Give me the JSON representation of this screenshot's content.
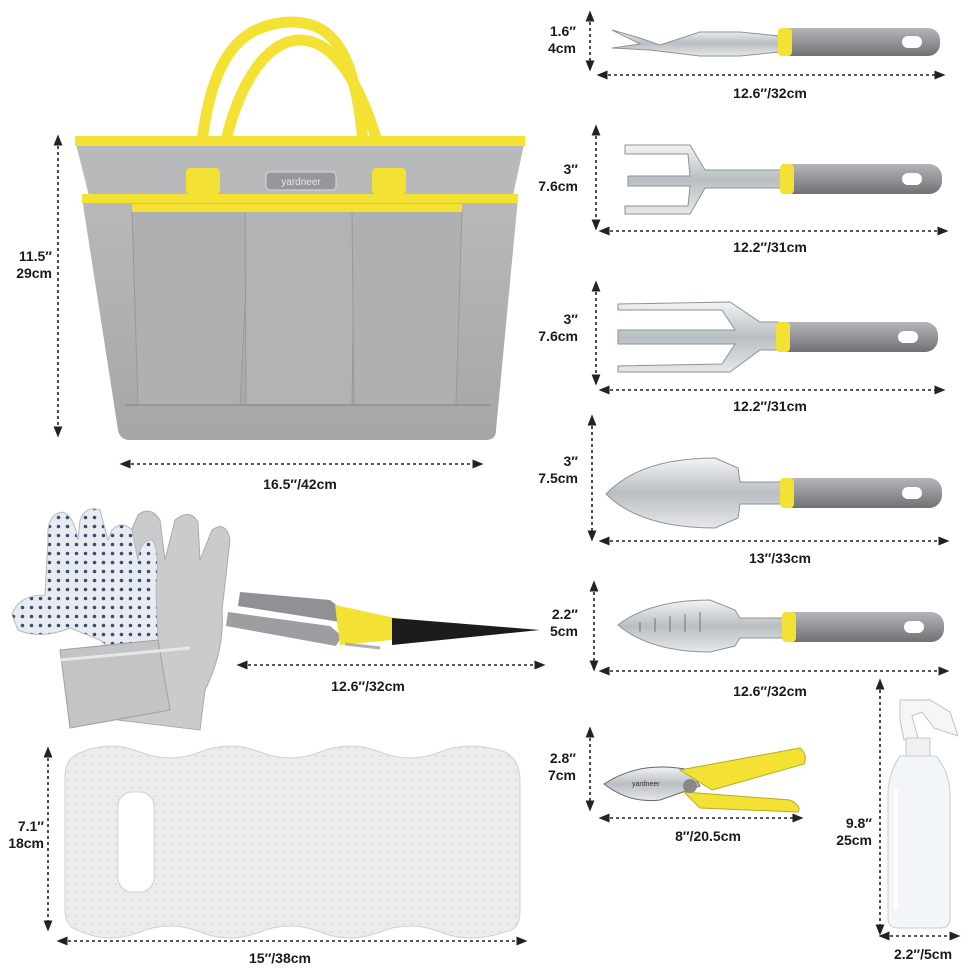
{
  "bag": {
    "brand": "yardneer",
    "height_in": "11.5″",
    "height_cm": "29cm",
    "width": "16.5″/42cm"
  },
  "tools": [
    {
      "name": "hand-weeder",
      "height_in": "1.6″",
      "height_cm": "4cm",
      "length": "12.6″/32cm"
    },
    {
      "name": "cultivator",
      "height_in": "3″",
      "height_cm": "7.6cm",
      "length": "12.2″/31cm"
    },
    {
      "name": "hand-fork",
      "height_in": "3″",
      "height_cm": "7.6cm",
      "length": "12.2″/31cm"
    },
    {
      "name": "trowel",
      "height_in": "3″",
      "height_cm": "7.5cm",
      "length": "13″/33cm"
    },
    {
      "name": "transplanter",
      "height_in": "2.2″",
      "height_cm": "5cm",
      "length": "12.6″/32cm"
    }
  ],
  "shears": {
    "length": "12.6″/32cm"
  },
  "pruner": {
    "brand": "yardneer",
    "height_in": "2.8″",
    "height_cm": "7cm",
    "length": "8″/20.5cm"
  },
  "kneeling_pad": {
    "height_in": "7.1″",
    "height_cm": "18cm",
    "width": "15″/38cm"
  },
  "sprayer": {
    "height_in": "9.8″",
    "height_cm": "25cm",
    "width": "2.2″/5cm"
  },
  "colors": {
    "bag_gray": "#a9abad",
    "accent_yellow": "#f3e233",
    "handle_gray": "#8f9194",
    "steel": "#cfd3d6"
  }
}
